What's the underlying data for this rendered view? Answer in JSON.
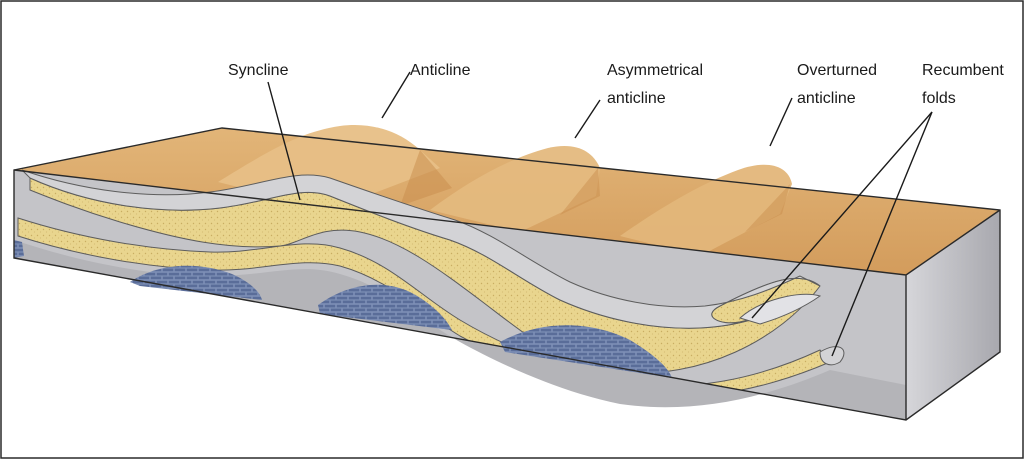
{
  "diagram": {
    "labels": {
      "syncline": "Syncline",
      "anticline": "Anticline",
      "asymmetrical_line1": "Asymmetrical",
      "asymmetrical_line2": "anticline",
      "overturned_line1": "Overturned",
      "overturned_line2": "anticline",
      "recumbent_line1": "Recumbent",
      "recumbent_line2": "folds"
    },
    "colors": {
      "sand_surface": "#dca86a",
      "sand_layer": "#e9d58e",
      "gray_layer": "#c4c4c8",
      "shale_dark": "#a9a9ad",
      "limestone_blue": "#5c6f9a",
      "end_face": "#c8c8cc",
      "border": "#2a2a2a"
    }
  }
}
